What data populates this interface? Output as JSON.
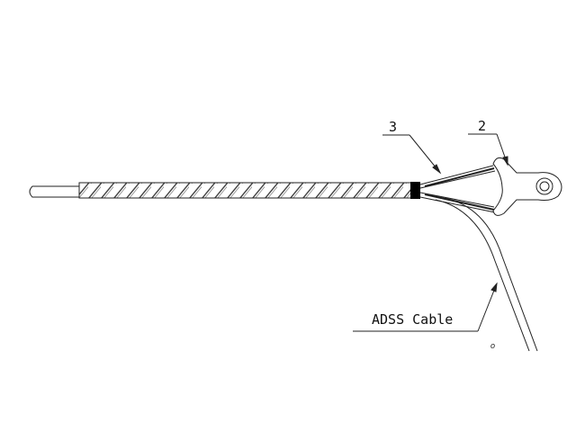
{
  "labels": {
    "part_3": "3",
    "part_2": "2",
    "cable": "ADSS Cable",
    "small_mark": "o"
  },
  "colors": {
    "line": "#222222",
    "band": "#000000"
  }
}
